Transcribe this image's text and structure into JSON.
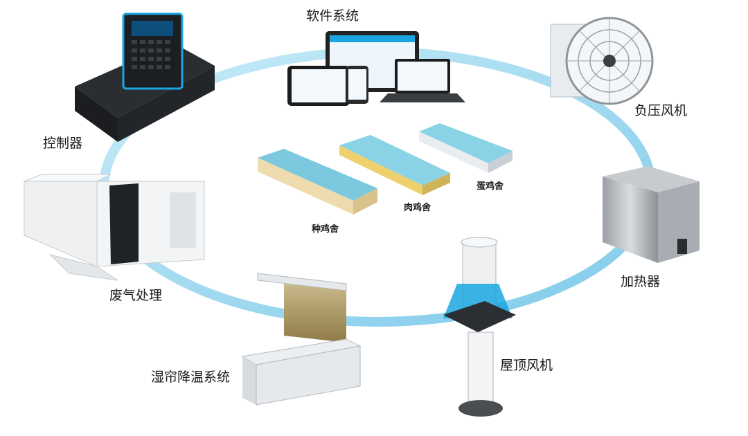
{
  "diagram": {
    "center_label": "软件系统",
    "nodes": [
      {
        "id": "controller",
        "label": "控制器"
      },
      {
        "id": "negative_fan",
        "label": "负压风机"
      },
      {
        "id": "heater",
        "label": "加热器"
      },
      {
        "id": "roof_fan",
        "label": "屋顶风机"
      },
      {
        "id": "cooling_pad",
        "label": "湿帘降温系统"
      },
      {
        "id": "exhaust",
        "label": "废气处理"
      }
    ],
    "houses": [
      {
        "id": "breeder",
        "label": "种鸡舍"
      },
      {
        "id": "broiler",
        "label": "肉鸡舍"
      },
      {
        "id": "layer",
        "label": "蛋鸡舍"
      }
    ],
    "ring_color": "#9ed8f0",
    "accent_color": "#1aa7e0"
  }
}
